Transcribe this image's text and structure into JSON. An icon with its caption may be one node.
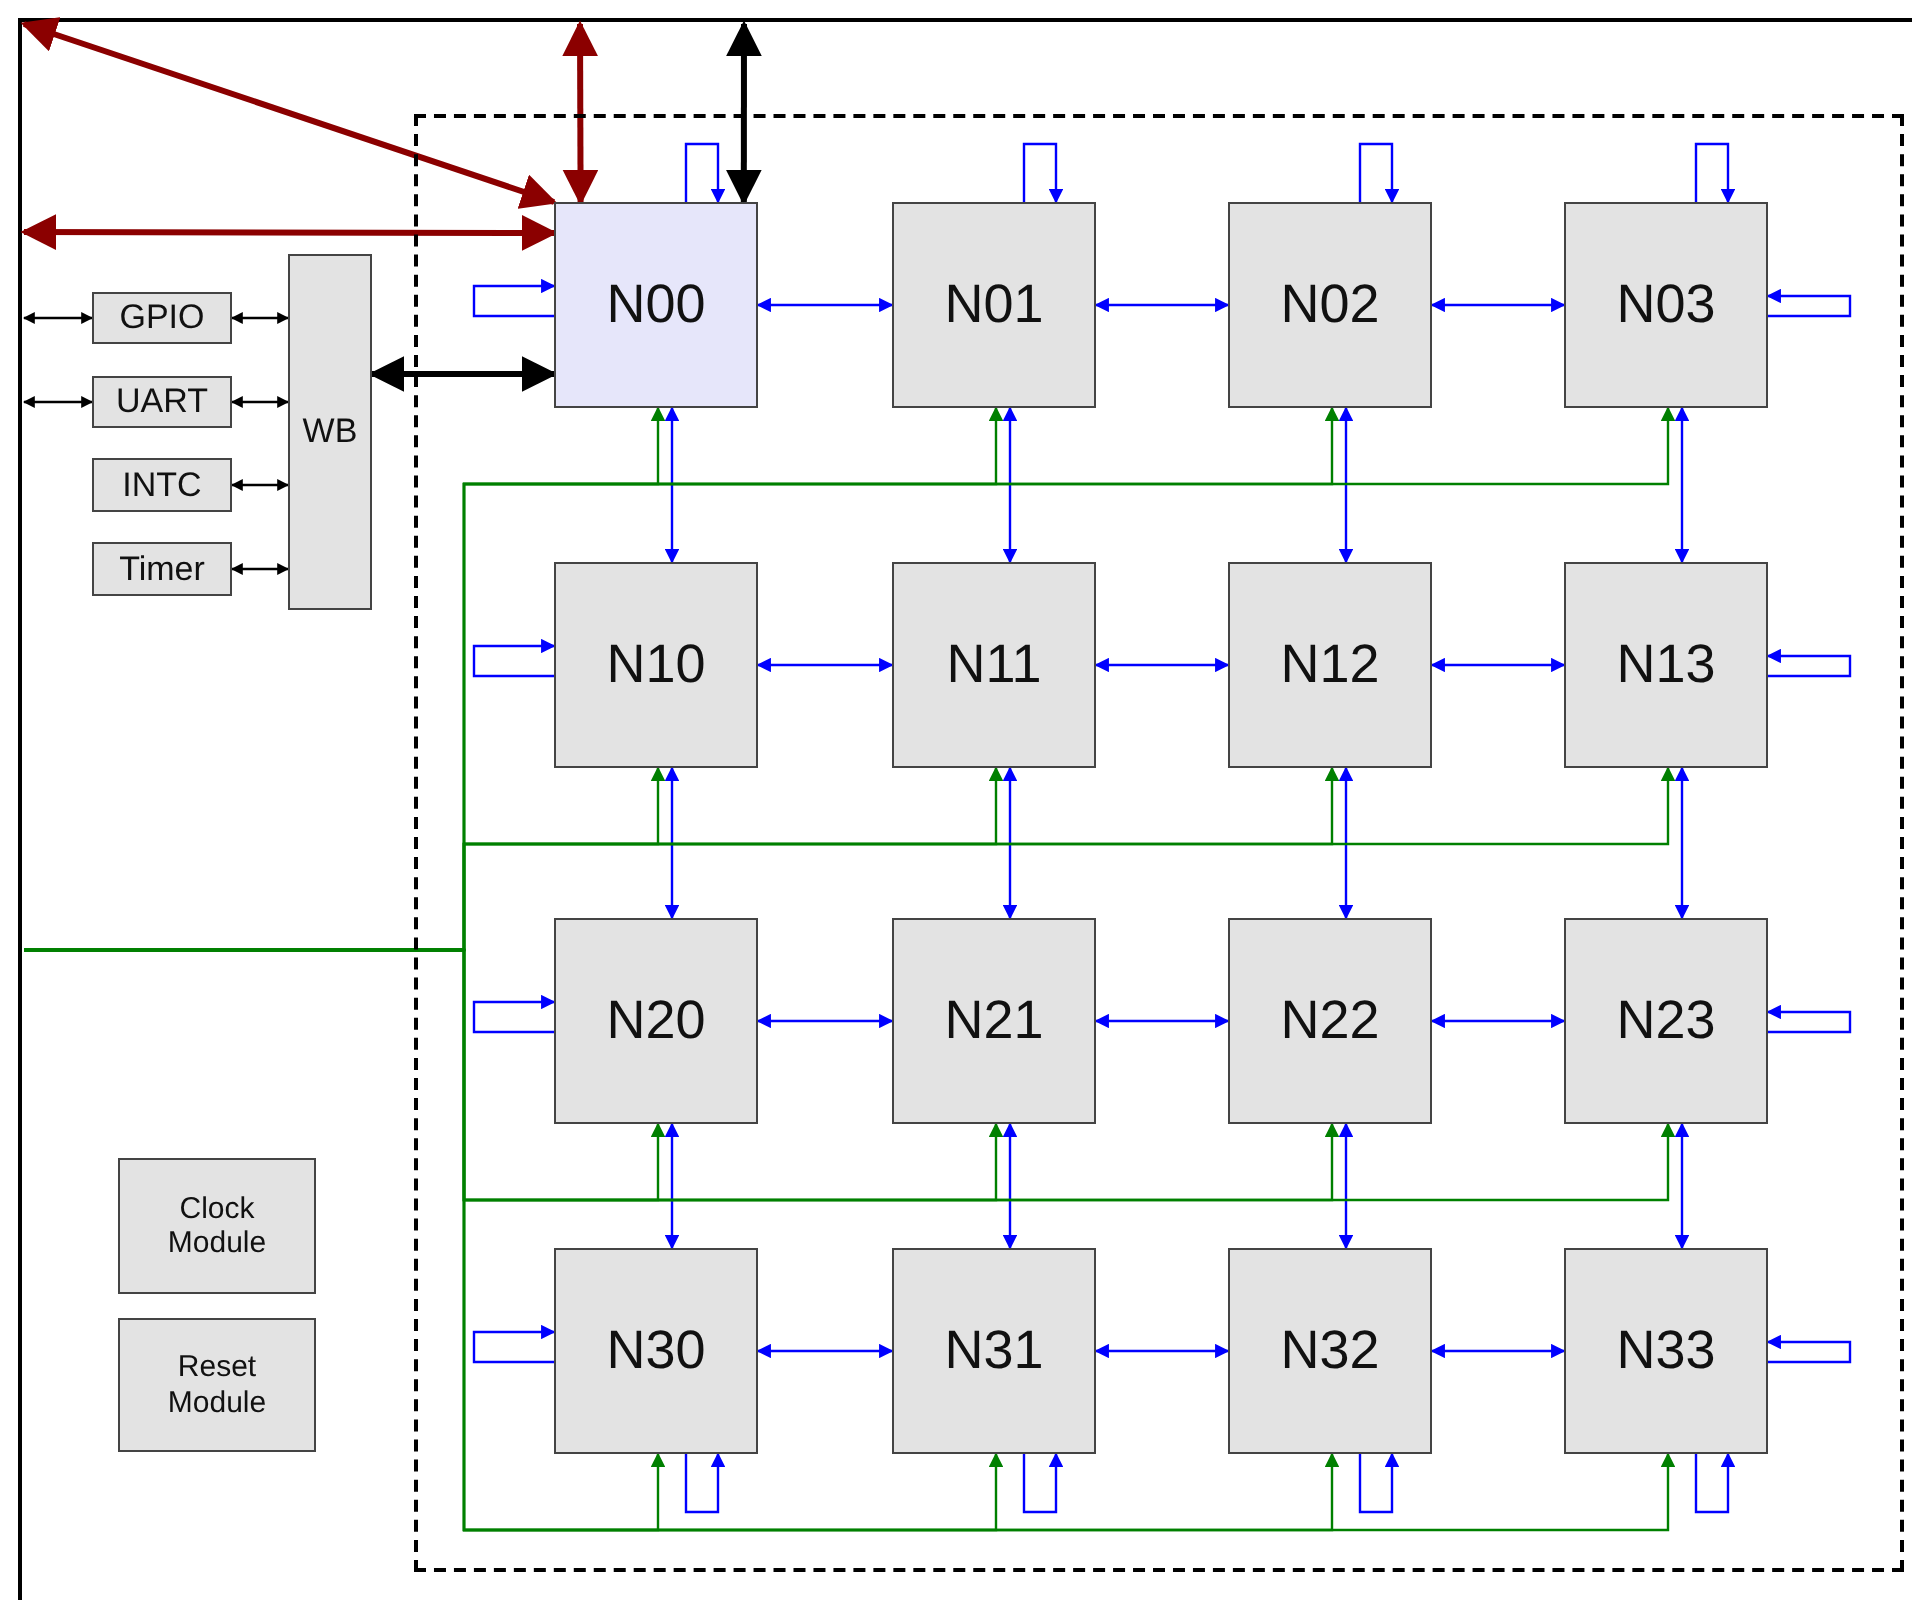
{
  "diagram": {
    "nodes": [
      {
        "text": [],
        "shape": "box"
      },
      {
        "text": [
          "N00"
        ],
        "in": 0
      },
      {
        "text": [
          "N01"
        ],
        "in": 0
      },
      {
        "text": [
          "N02"
        ],
        "in": 0
      },
      {
        "text": [
          "N03"
        ],
        "in": 0
      },
      {
        "text": [
          "N10"
        ],
        "in": 0
      },
      {
        "text": [
          "N11"
        ],
        "in": 0
      },
      {
        "text": [
          "N12"
        ],
        "in": 0
      },
      {
        "text": [
          "N13"
        ],
        "in": 0
      },
      {
        "text": [
          "N20"
        ],
        "in": 0
      },
      {
        "text": [
          "N21"
        ],
        "in": 0
      },
      {
        "text": [
          "N22"
        ],
        "in": 0
      },
      {
        "text": [
          "N23"
        ],
        "in": 0
      },
      {
        "text": [
          "N30"
        ],
        "in": 0
      },
      {
        "text": [
          "N31"
        ],
        "in": 0
      },
      {
        "text": [
          "N32"
        ],
        "in": 0
      },
      {
        "text": [
          "N33"
        ],
        "in": 0
      },
      {
        "text": [
          "GPIO"
        ]
      },
      {
        "text": [
          "UART"
        ]
      },
      {
        "text": [
          "INTC"
        ]
      },
      {
        "text": [
          "Timer"
        ]
      },
      {
        "text": [
          "WB"
        ]
      },
      {
        "text": [
          "Clock Module"
        ]
      },
      {
        "text": [
          "Reset Module"
        ]
      }
    ],
    "edges": [
      {
        "from": 1,
        "to": 2,
        "arrow": "both"
      },
      {
        "from": 2,
        "to": 3,
        "arrow": "both"
      },
      {
        "from": 3,
        "to": 4,
        "arrow": "both"
      },
      {
        "from": 5,
        "to": 6,
        "arrow": "both"
      },
      {
        "from": 6,
        "to": 7,
        "arrow": "both"
      },
      {
        "from": 7,
        "to": 8,
        "arrow": "both"
      },
      {
        "from": 9,
        "to": 10,
        "arrow": "both"
      },
      {
        "from": 10,
        "to": 11,
        "arrow": "both"
      },
      {
        "from": 11,
        "to": 12,
        "arrow": "both"
      },
      {
        "from": 13,
        "to": 14,
        "arrow": "both"
      },
      {
        "from": 14,
        "to": 15,
        "arrow": "both"
      },
      {
        "from": 15,
        "to": 16,
        "arrow": "both"
      },
      {
        "from": 1,
        "to": 5,
        "arrow": "both"
      },
      {
        "from": 2,
        "to": 6,
        "arrow": "both"
      },
      {
        "from": 3,
        "to": 7,
        "arrow": "both"
      },
      {
        "from": 4,
        "to": 8,
        "arrow": "both"
      },
      {
        "from": 5,
        "to": 9,
        "arrow": "both"
      },
      {
        "from": 6,
        "to": 10,
        "arrow": "both"
      },
      {
        "from": 7,
        "to": 11,
        "arrow": "both"
      },
      {
        "from": 8,
        "to": 12,
        "arrow": "both"
      },
      {
        "from": 9,
        "to": 13,
        "arrow": "both"
      },
      {
        "from": 10,
        "to": 14,
        "arrow": "both"
      },
      {
        "from": 11,
        "to": 15,
        "arrow": "both"
      },
      {
        "from": 12,
        "to": 16,
        "arrow": "both"
      },
      {
        "from": 1,
        "to": 1,
        "arrow": "to"
      },
      {
        "from": 5,
        "to": 5,
        "arrow": "to"
      },
      {
        "from": 9,
        "to": 9,
        "arrow": "to"
      },
      {
        "from": 13,
        "to": 13,
        "arrow": "to"
      },
      {
        "from": 4,
        "to": 4,
        "arrow": "to"
      },
      {
        "from": 8,
        "to": 8,
        "arrow": "to"
      },
      {
        "from": 12,
        "to": 12,
        "arrow": "to"
      },
      {
        "from": 16,
        "to": 16,
        "arrow": "to"
      },
      {
        "from": 1,
        "to": 1,
        "arrow": "to"
      },
      {
        "from": 2,
        "to": 2,
        "arrow": "to"
      },
      {
        "from": 3,
        "to": 3,
        "arrow": "to"
      },
      {
        "from": 4,
        "to": 4,
        "arrow": "to"
      },
      {
        "from": 13,
        "to": 13,
        "arrow": "to"
      },
      {
        "from": 14,
        "to": 14,
        "arrow": "to"
      },
      {
        "from": 15,
        "to": 15,
        "arrow": "to"
      },
      {
        "from": 16,
        "to": 16,
        "arrow": "to"
      },
      {
        "from": null,
        "to": 1,
        "arrow": "to",
        "color": "#008000"
      },
      {
        "from": null,
        "to": 2,
        "arrow": "to",
        "color": "#008000"
      },
      {
        "from": null,
        "to": 3,
        "arrow": "to",
        "color": "#008000"
      },
      {
        "from": null,
        "to": 4,
        "arrow": "to",
        "color": "#008000"
      },
      {
        "from": null,
        "to": 5,
        "arrow": "to",
        "color": "#008000"
      },
      {
        "from": null,
        "to": 6,
        "arrow": "to",
        "color": "#008000"
      },
      {
        "from": null,
        "to": 7,
        "arrow": "to",
        "color": "#008000"
      },
      {
        "from": null,
        "to": 8,
        "arrow": "to",
        "color": "#008000"
      },
      {
        "from": null,
        "to": 9,
        "arrow": "to",
        "color": "#008000"
      },
      {
        "from": null,
        "to": 10,
        "arrow": "to",
        "color": "#008000"
      },
      {
        "from": null,
        "to": 11,
        "arrow": "to",
        "color": "#008000"
      },
      {
        "from": null,
        "to": 12,
        "arrow": "to",
        "color": "#008000"
      },
      {
        "from": null,
        "to": 13,
        "arrow": "to",
        "color": "#008000"
      },
      {
        "from": null,
        "to": 14,
        "arrow": "to",
        "color": "#008000"
      },
      {
        "from": null,
        "to": 15,
        "arrow": "to",
        "color": "#008000"
      },
      {
        "from": null,
        "to": 16,
        "arrow": "to",
        "color": "#008000"
      },
      {
        "from": null,
        "to": 1,
        "arrow": "both",
        "color": "#8b0000",
        "style": "thick"
      },
      {
        "from": null,
        "to": 1,
        "arrow": "both",
        "color": "#8b0000",
        "style": "thick"
      },
      {
        "from": null,
        "to": 1,
        "arrow": "both",
        "color": "#8b0000",
        "style": "thick"
      },
      {
        "from": null,
        "to": 1,
        "arrow": "both",
        "color": "#000000",
        "style": "thick"
      },
      {
        "from": 21,
        "to": 1,
        "arrow": "both",
        "color": "#000000",
        "style": "thick"
      },
      {
        "from": 17,
        "to": 21,
        "arrow": "both",
        "color": "#000000"
      },
      {
        "from": 18,
        "to": 21,
        "arrow": "both",
        "color": "#000000"
      },
      {
        "from": 19,
        "to": 21,
        "arrow": "both",
        "color": "#000000"
      },
      {
        "from": 20,
        "to": 21,
        "arrow": "both",
        "color": "#000000"
      },
      {
        "from": null,
        "to": 17,
        "arrow": "both",
        "color": "#000000"
      },
      {
        "from": null,
        "to": 18,
        "arrow": "both",
        "color": "#000000"
      }
    ]
  }
}
